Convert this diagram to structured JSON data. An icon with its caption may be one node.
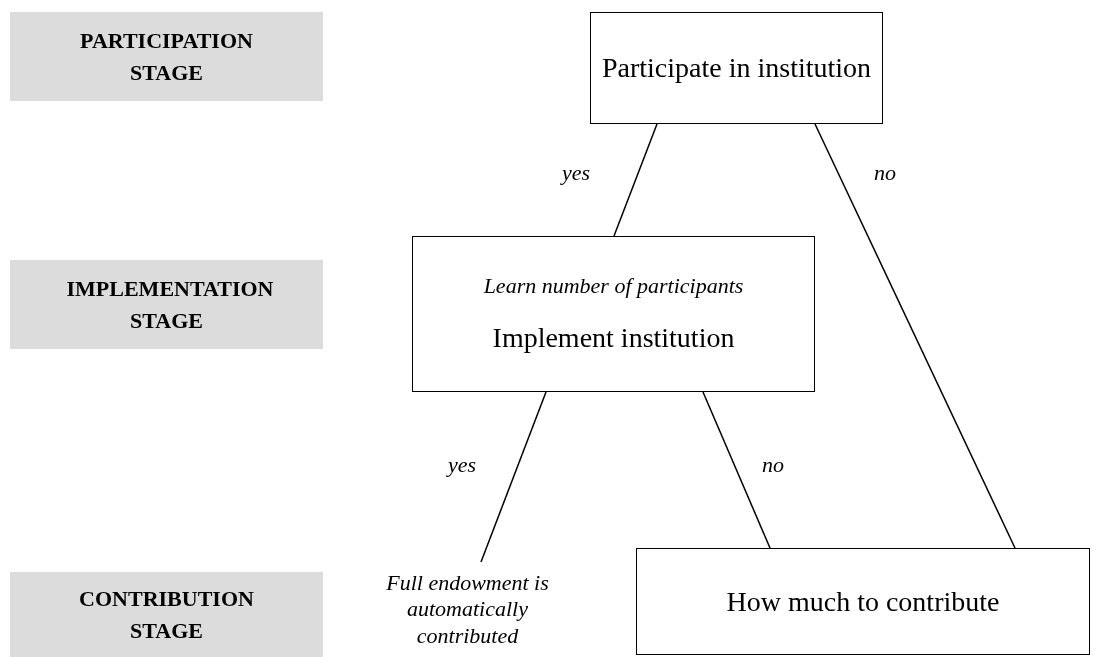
{
  "diagram": {
    "nodes": [
      {
        "text": [
          "PARTICIPATION STAGE"
        ]
      },
      {
        "text": [
          "IMPLEMENTATION STAGE"
        ]
      },
      {
        "text": [
          "CONTRIBUTION STAGE"
        ]
      },
      {
        "text": [
          "Participate in institution"
        ]
      },
      {
        "text": [
          "Learn number of participants",
          "Implement institution"
        ]
      },
      {
        "text": [
          "Full endowment is automatically contributed"
        ]
      },
      {
        "text": [
          "How much to contribute"
        ]
      }
    ],
    "edges": [
      {
        "from": 3,
        "to": 4,
        "arrow": "none",
        "label": "yes"
      },
      {
        "from": 3,
        "to": 6,
        "arrow": "none",
        "label": "no"
      },
      {
        "from": 4,
        "to": 5,
        "arrow": "none",
        "label": "yes"
      },
      {
        "from": 4,
        "to": 6,
        "arrow": "none",
        "label": "no"
      }
    ]
  }
}
